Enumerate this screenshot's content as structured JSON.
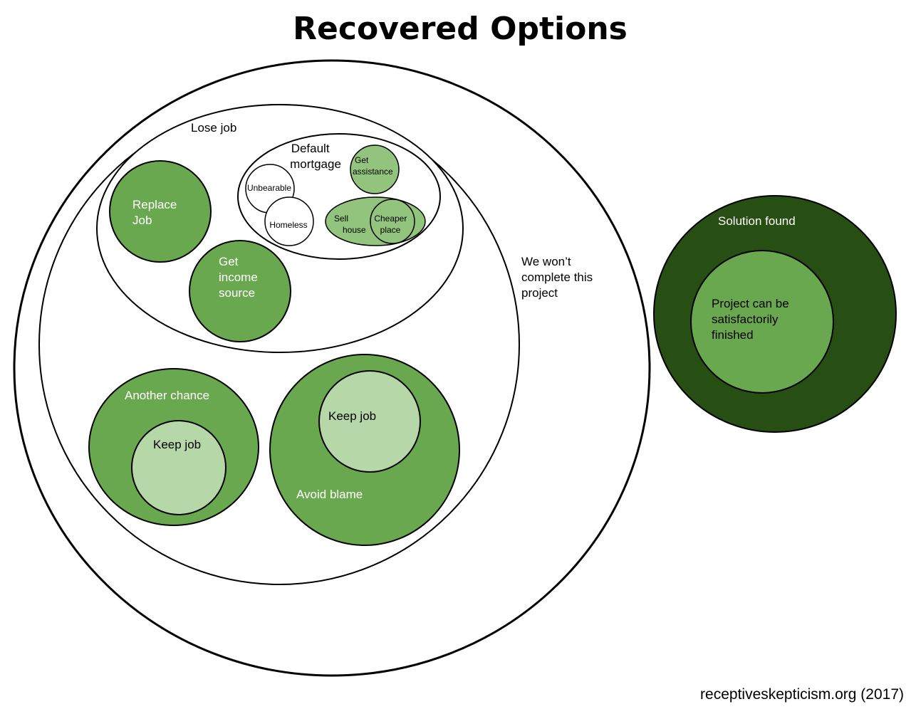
{
  "title": "Recovered Options",
  "credit": "receptiveskepticism.org (2017)",
  "colors": {
    "dark_green": "#274e13",
    "mid_green": "#6aa84f",
    "light_green": "#b6d7a8",
    "soft_green": "#93c47d",
    "outline": "#000000",
    "background": "#ffffff"
  },
  "labels": {
    "wont_complete": [
      "We won’t",
      "complete this",
      "project"
    ],
    "lose_job": "Lose job",
    "default_mortgage": [
      "Default",
      "mortgage"
    ],
    "unbearable": "Unbearable",
    "homeless": "Homeless",
    "get_assistance": [
      "Get",
      "assistance"
    ],
    "sell_house": [
      "Sell",
      "house"
    ],
    "cheaper_place": [
      "Cheaper",
      "place"
    ],
    "replace_job": [
      "Replace",
      "Job"
    ],
    "get_income_source": [
      "Get",
      "income",
      "source"
    ],
    "another_chance": "Another chance",
    "keep_job_left": "Keep job",
    "keep_job_right": "Keep job",
    "avoid_blame": "Avoid blame",
    "solution_found": "Solution found",
    "project_finished": [
      "Project can be",
      "satisfactorily",
      "finished"
    ]
  }
}
